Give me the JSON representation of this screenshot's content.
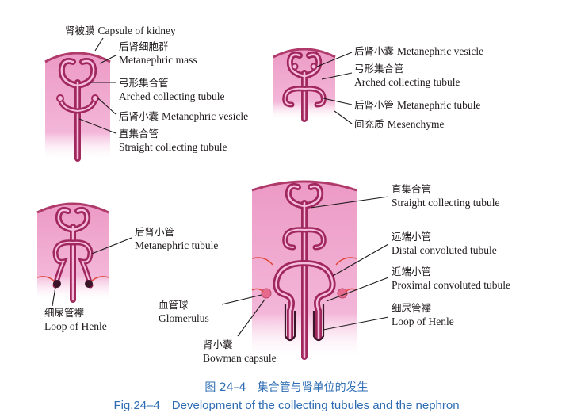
{
  "figure": {
    "caption_zh": "图 24–4　集合管与肾单位的发生",
    "caption_en": "Fig.24–4　Development of the collecting tubules and the nephron"
  },
  "colors": {
    "mesenchyme": "#f0a7cf",
    "mesenchyme_light": "#f7c8e2",
    "tubule_outer": "#a0285c",
    "tubule_inner": "#f6bde0",
    "capsule_edge": "#b03a6a",
    "blood": "#e0483a",
    "glomerulus": "#e66a8e",
    "henle_dark": "#3a1428",
    "caption": "#2e6db3"
  },
  "panels": {
    "a": {
      "capsule": {
        "zh": "肾被膜",
        "en": "Capsule of kidney"
      },
      "mass": {
        "zh": "后肾细胞群",
        "en": "Metanephric mass"
      },
      "arched": {
        "zh": "弓形集合管",
        "en": "Arched collecting tubule"
      },
      "vesicle": {
        "zh": "后肾小囊",
        "en": "Metanephric vesicle"
      },
      "straight": {
        "zh": "直集合管",
        "en": "Straight collecting tubule"
      }
    },
    "b": {
      "vesicle": {
        "zh": "后肾小囊",
        "en": "Metanephric vesicle"
      },
      "arched": {
        "zh": "弓形集合管",
        "en": "Arched collecting tubule"
      },
      "tubule": {
        "zh": "后肾小管",
        "en": "Metanephric tubule"
      },
      "mesenchyme": {
        "zh": "间充质",
        "en": "Mesenchyme"
      }
    },
    "c": {
      "tubule": {
        "zh": "后肾小管",
        "en": "Metanephric tubule"
      },
      "henle": {
        "zh": "细尿管襻",
        "en": "Loop of Henle"
      }
    },
    "d": {
      "straight": {
        "zh": "直集合管",
        "en": "Straight collecting tubule"
      },
      "distal": {
        "zh": "远端小管",
        "en": "Distal convoluted tubule"
      },
      "proximal": {
        "zh": "近端小管",
        "en": "Proximal convoluted tubule"
      },
      "henle": {
        "zh": "细尿管襻",
        "en": "Loop of Henle"
      },
      "glomerulus": {
        "zh": "血管球",
        "en": "Glomerulus"
      },
      "bowman": {
        "zh": "肾小囊",
        "en": "Bowman capsule"
      }
    }
  }
}
